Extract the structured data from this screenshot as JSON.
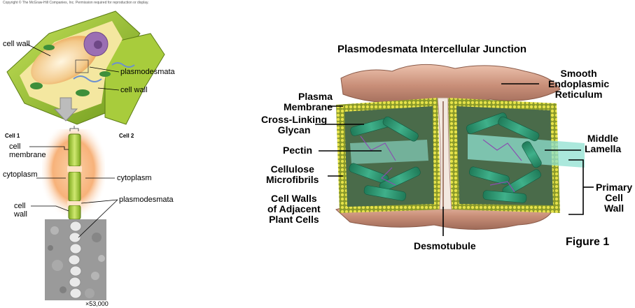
{
  "copyright": "Copyright © The McGraw-Hill Companies, Inc. Permission required for reproduction or display.",
  "left_panel": {
    "top_labels": {
      "cell_wall_left": "cell wall",
      "plasmodesmata": "plasmodesmata",
      "cell_wall_right": "cell wall"
    },
    "bottom_labels": {
      "cell1": "Cell 1",
      "cell2": "Cell 2",
      "cell_membrane": "cell\nmembrane",
      "cytoplasm_left": "cytoplasm",
      "cytoplasm_right": "cytoplasm",
      "cell_wall": "cell\nwall",
      "plasmodesmata": "plasmodesmata",
      "magnification": "×53,000"
    }
  },
  "right_panel": {
    "title": "Plasmodesmata Intercellular Junction",
    "labels": {
      "smooth_er": "Smooth\nEndoplasmic\nReticulum",
      "plasma_membrane": "Plasma\nMembrane",
      "cross_linking_glycan": "Cross-Linking\nGlycan",
      "pectin": "Pectin",
      "cellulose_microfibrils": "Cellulose\nMicrofibrils",
      "cell_walls_adjacent": "Cell Walls\nof Adjacent\nPlant Cells",
      "middle_lamella": "Middle\nLamella",
      "primary_cell_wall": "Primary\nCell\nWall",
      "desmotubule": "Desmotubule"
    },
    "figure_label": "Figure 1"
  },
  "colors": {
    "cell_wall_green": "#8fbf2a",
    "cytoplasm_orange": "#f7b27a",
    "er_tan": "#c79a82",
    "microfibril_teal": "#2a8f6a",
    "membrane_yellow": "#d9d63a",
    "lamella_cyan": "#8fe0d0"
  }
}
